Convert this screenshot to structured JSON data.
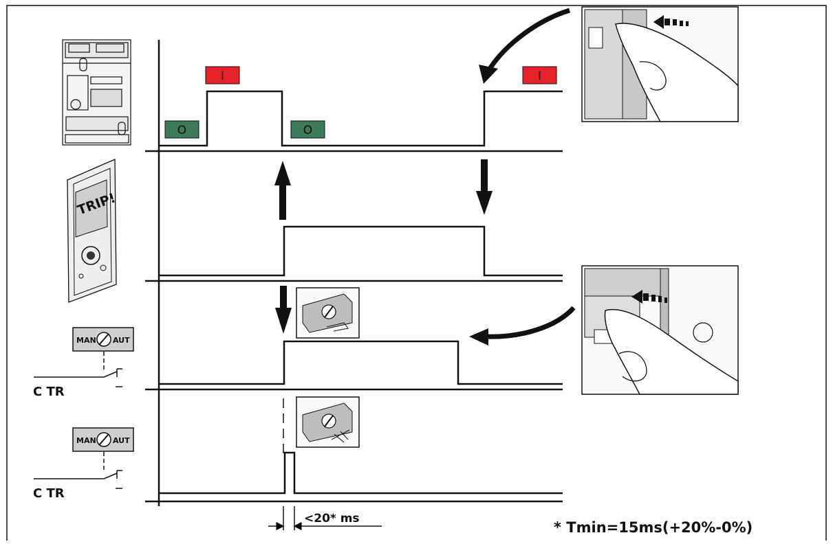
{
  "states": {
    "closed_label": "I",
    "open_label": "O",
    "closed_color": "#e8222a",
    "open_color": "#3d7a5b"
  },
  "trip_panel": {
    "label": "TRIP!"
  },
  "selector_switch": {
    "man_label": "MAN",
    "aut_label": "AUT",
    "contact_label": "C TR"
  },
  "timing": {
    "pulse_label": "<20* ms",
    "footnote": "* Tmin=15ms(+20%-0%)"
  },
  "icons": [
    "breaker-front-icon",
    "trip-indicator-icon",
    "hand-press-icon",
    "selector-knob-icon",
    "curved-arrow-icon"
  ]
}
